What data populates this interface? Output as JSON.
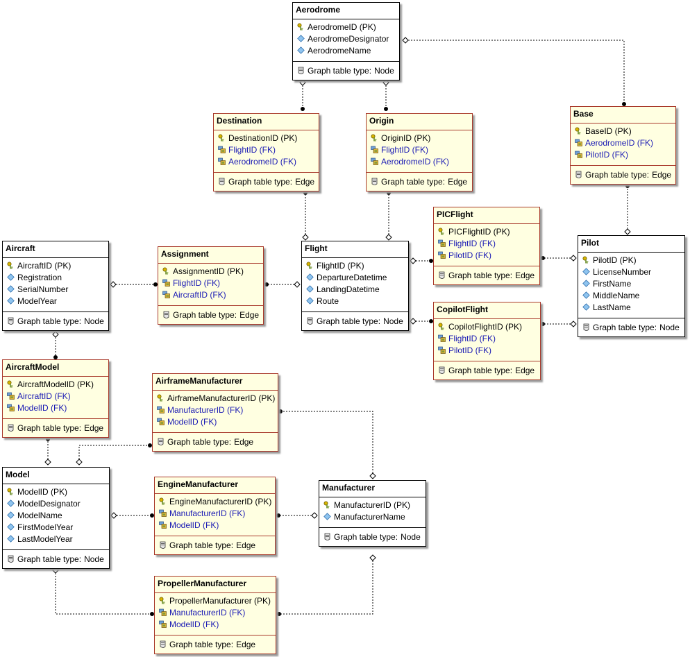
{
  "diagram": {
    "type_label": "Graph table type:",
    "entities": [
      {
        "id": "aerodrome",
        "name": "Aerodrome",
        "kind": "node",
        "type": "Node",
        "attrs": [
          {
            "t": "AerodromeID (PK)",
            "k": "pk"
          },
          {
            "t": "AerodromeDesignator",
            "k": "col"
          },
          {
            "t": "AerodromeName",
            "k": "col"
          }
        ]
      },
      {
        "id": "destination",
        "name": "Destination",
        "kind": "edge",
        "type": "Edge",
        "attrs": [
          {
            "t": "DestinationID (PK)",
            "k": "pk"
          },
          {
            "t": "FlightID (FK)",
            "k": "fk"
          },
          {
            "t": "AerodromeID (FK)",
            "k": "fk"
          }
        ]
      },
      {
        "id": "origin",
        "name": "Origin",
        "kind": "edge",
        "type": "Edge",
        "attrs": [
          {
            "t": "OriginID (PK)",
            "k": "pk"
          },
          {
            "t": "FlightID (FK)",
            "k": "fk"
          },
          {
            "t": "AerodromeID (FK)",
            "k": "fk"
          }
        ]
      },
      {
        "id": "base",
        "name": "Base",
        "kind": "edge",
        "type": "Edge",
        "attrs": [
          {
            "t": "BaseID (PK)",
            "k": "pk"
          },
          {
            "t": "AerodromeID (FK)",
            "k": "fk"
          },
          {
            "t": "PilotID (FK)",
            "k": "fk"
          }
        ]
      },
      {
        "id": "picflight",
        "name": "PICFlight",
        "kind": "edge",
        "type": "Edge",
        "attrs": [
          {
            "t": "PICFlightID (PK)",
            "k": "pk"
          },
          {
            "t": "FlightID (FK)",
            "k": "fk"
          },
          {
            "t": "PilotID (FK)",
            "k": "fk"
          }
        ]
      },
      {
        "id": "pilot",
        "name": "Pilot",
        "kind": "node",
        "type": "Node",
        "attrs": [
          {
            "t": "PilotID (PK)",
            "k": "pk"
          },
          {
            "t": "LicenseNumber",
            "k": "col"
          },
          {
            "t": "FirstName",
            "k": "col"
          },
          {
            "t": "MiddleName",
            "k": "col"
          },
          {
            "t": "LastName",
            "k": "col"
          }
        ]
      },
      {
        "id": "aircraft",
        "name": "Aircraft",
        "kind": "node",
        "type": "Node",
        "attrs": [
          {
            "t": "AircraftID (PK)",
            "k": "pk"
          },
          {
            "t": "Registration",
            "k": "col"
          },
          {
            "t": "SerialNumber",
            "k": "col"
          },
          {
            "t": "ModelYear",
            "k": "col"
          }
        ]
      },
      {
        "id": "assignment",
        "name": "Assignment",
        "kind": "edge",
        "type": "Edge",
        "attrs": [
          {
            "t": "AssignmentID (PK)",
            "k": "pk"
          },
          {
            "t": "FlightID (FK)",
            "k": "fk"
          },
          {
            "t": "AircraftID (FK)",
            "k": "fk"
          }
        ]
      },
      {
        "id": "flight",
        "name": "Flight",
        "kind": "node",
        "type": "Node",
        "attrs": [
          {
            "t": "FlightID (PK)",
            "k": "pk"
          },
          {
            "t": "DepartureDatetime",
            "k": "col"
          },
          {
            "t": "LandingDatetime",
            "k": "col"
          },
          {
            "t": "Route",
            "k": "col"
          }
        ]
      },
      {
        "id": "copilotflight",
        "name": "CopilotFlight",
        "kind": "edge",
        "type": "Edge",
        "attrs": [
          {
            "t": "CopilotFlightID (PK)",
            "k": "pk"
          },
          {
            "t": "FlightID (FK)",
            "k": "fk"
          },
          {
            "t": "PilotID (FK)",
            "k": "fk"
          }
        ]
      },
      {
        "id": "aircraftmodel",
        "name": "AircraftModel",
        "kind": "edge",
        "type": "Edge",
        "attrs": [
          {
            "t": "AircraftModelID (PK)",
            "k": "pk"
          },
          {
            "t": "AircraftID (FK)",
            "k": "fk"
          },
          {
            "t": "ModelID (FK)",
            "k": "fk"
          }
        ]
      },
      {
        "id": "airframemanufacturer",
        "name": "AirframeManufacturer",
        "kind": "edge",
        "type": "Edge",
        "attrs": [
          {
            "t": "AirframeManufacturerID (PK)",
            "k": "pk"
          },
          {
            "t": "ManufacturerID (FK)",
            "k": "fk"
          },
          {
            "t": "ModelID (FK)",
            "k": "fk"
          }
        ]
      },
      {
        "id": "model",
        "name": "Model",
        "kind": "node",
        "type": "Node",
        "attrs": [
          {
            "t": "ModelID (PK)",
            "k": "pk"
          },
          {
            "t": "ModelDesignator",
            "k": "col"
          },
          {
            "t": "ModelName",
            "k": "col"
          },
          {
            "t": "FirstModelYear",
            "k": "col"
          },
          {
            "t": "LastModelYear",
            "k": "col"
          }
        ]
      },
      {
        "id": "enginemanufacturer",
        "name": "EngineManufacturer",
        "kind": "edge",
        "type": "Edge",
        "attrs": [
          {
            "t": "EngineManufacturerID (PK)",
            "k": "pk"
          },
          {
            "t": "ManufacturerID (FK)",
            "k": "fk"
          },
          {
            "t": "ModelID (FK)",
            "k": "fk"
          }
        ]
      },
      {
        "id": "manufacturer",
        "name": "Manufacturer",
        "kind": "node",
        "type": "Node",
        "attrs": [
          {
            "t": "ManufacturerID (PK)",
            "k": "pk"
          },
          {
            "t": "ManufacturerName",
            "k": "col"
          }
        ]
      },
      {
        "id": "propellermanufacturer",
        "name": "PropellerManufacturer",
        "kind": "edge",
        "type": "Edge",
        "attrs": [
          {
            "t": "PropellerManufacturer (PK)",
            "k": "pk"
          },
          {
            "t": "ManufacturerID (FK)",
            "k": "fk"
          },
          {
            "t": "ModelID (FK)",
            "k": "fk"
          }
        ]
      }
    ],
    "relationships": [
      {
        "from": "aerodrome",
        "to": "destination"
      },
      {
        "from": "aerodrome",
        "to": "origin"
      },
      {
        "from": "aerodrome",
        "to": "base"
      },
      {
        "from": "flight",
        "to": "destination"
      },
      {
        "from": "flight",
        "to": "origin"
      },
      {
        "from": "pilot",
        "to": "base"
      },
      {
        "from": "flight",
        "to": "picflight"
      },
      {
        "from": "pilot",
        "to": "picflight"
      },
      {
        "from": "flight",
        "to": "copilotflight"
      },
      {
        "from": "pilot",
        "to": "copilotflight"
      },
      {
        "from": "aircraft",
        "to": "assignment"
      },
      {
        "from": "flight",
        "to": "assignment"
      },
      {
        "from": "aircraft",
        "to": "aircraftmodel"
      },
      {
        "from": "model",
        "to": "aircraftmodel"
      },
      {
        "from": "model",
        "to": "airframemanufacturer"
      },
      {
        "from": "manufacturer",
        "to": "airframemanufacturer"
      },
      {
        "from": "model",
        "to": "enginemanufacturer"
      },
      {
        "from": "manufacturer",
        "to": "enginemanufacturer"
      },
      {
        "from": "model",
        "to": "propellermanufacturer"
      },
      {
        "from": "manufacturer",
        "to": "propellermanufacturer"
      }
    ]
  }
}
